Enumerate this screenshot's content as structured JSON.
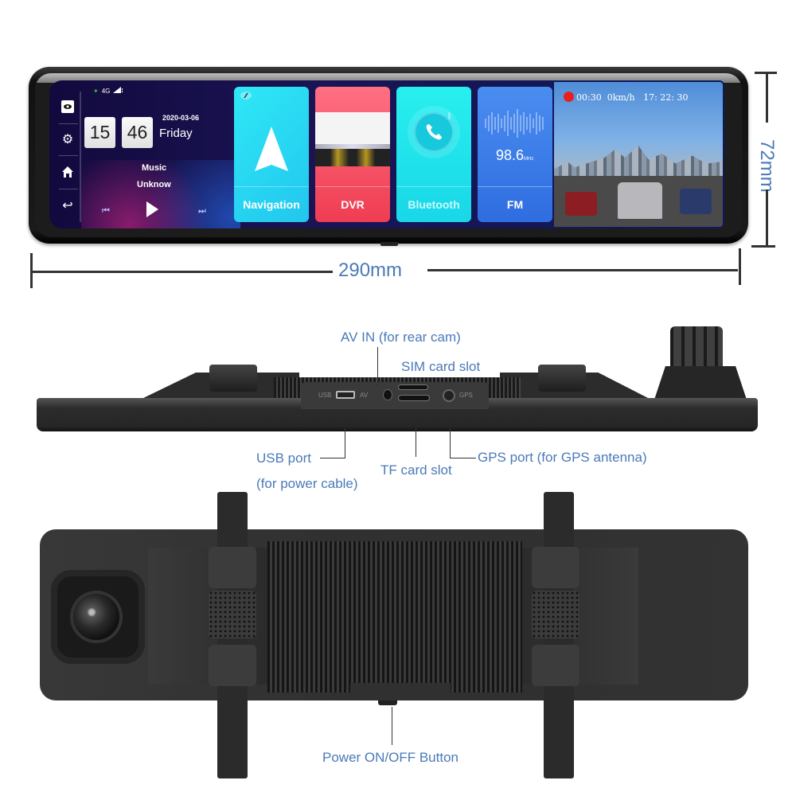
{
  "screen": {
    "status_bar": {
      "network": "4G",
      "signal_icon": "signal-bars-icon",
      "gps_icon": "satellite-icon"
    },
    "side_rail": [
      {
        "name": "camera-icon",
        "glyph": "◉"
      },
      {
        "name": "gear-icon",
        "glyph": "⚙"
      },
      {
        "name": "home-icon",
        "glyph": "⌂"
      },
      {
        "name": "back-icon",
        "glyph": "↩"
      }
    ],
    "clock": {
      "hour": "15",
      "minute": "46"
    },
    "date": "2020-03-06",
    "day": "Friday",
    "music": {
      "title": "Music",
      "artist": "Unknow",
      "prev_glyph": "⏮",
      "next_glyph": "⏭"
    },
    "apps": [
      {
        "label": "Navigation",
        "icon": "navigation-arrow-icon",
        "color": "#2fe8f6"
      },
      {
        "label": "DVR",
        "icon": "road-camera-icon",
        "color": "#ef3d52"
      },
      {
        "label": "Bluetooth",
        "icon": "phone-icon",
        "color": "#19d7e7"
      },
      {
        "label": "FM",
        "icon": "radio-wave-icon",
        "color": "#2f6de0",
        "frequency": "98.6",
        "unit": "MHz"
      }
    ],
    "camera_osd": {
      "record_time": "00:30",
      "speed": "0km/h",
      "clock": "17: 22: 30"
    }
  },
  "dimensions": {
    "width": "290mm",
    "height": "72mm"
  },
  "callouts": {
    "av_in": "AV IN (for rear cam)",
    "sim_slot": "SIM card slot",
    "usb_port": "USB port",
    "usb_port_sub": "(for power cable)",
    "tf_slot": "TF card slot",
    "gps_port": "GPS port (for GPS antenna)",
    "power_button": "Power ON/OFF Button"
  },
  "port_labels": {
    "usb": "USB",
    "av": "AV",
    "gps": "GPS"
  },
  "colors": {
    "callout_text": "#4a7ab8",
    "leader_line": "#333333"
  }
}
